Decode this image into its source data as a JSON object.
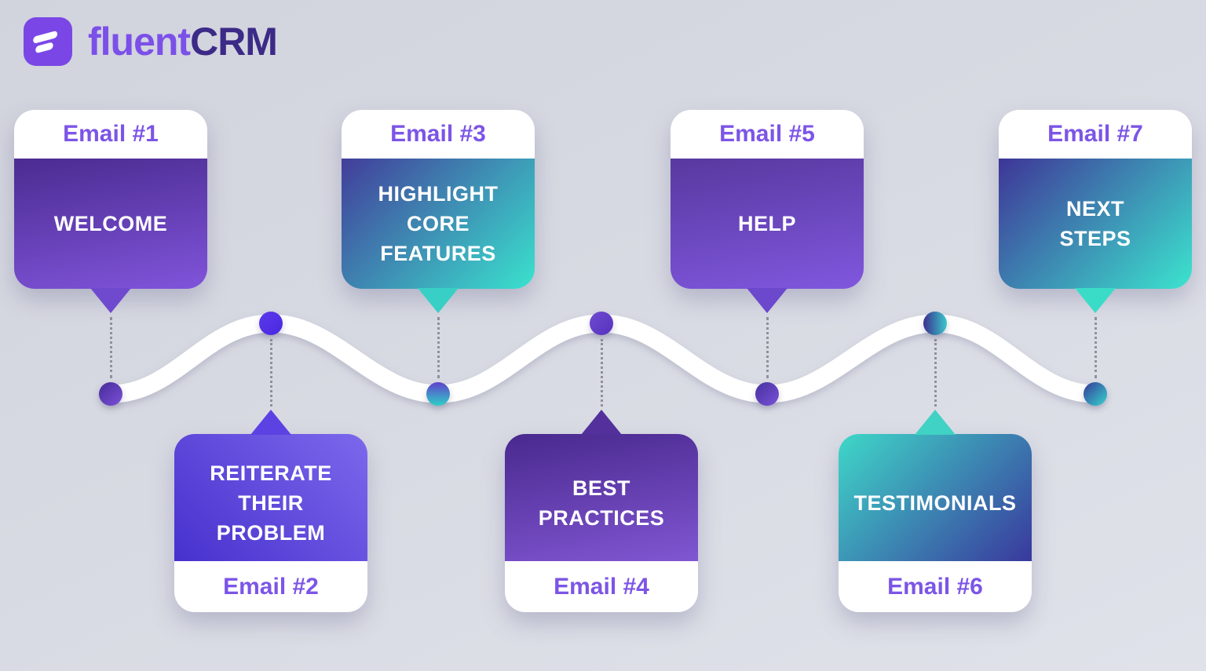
{
  "logo": {
    "prefix": "fluent",
    "suffix": "CRM",
    "prefix_color": "#7b50e8",
    "suffix_color": "#3c2a87",
    "mark_bg": "#7a47e6",
    "mark_glyph_color": "#ffffff"
  },
  "theme": {
    "bg_from": "#d1d3dd",
    "bg_mid": "#d7d9e2",
    "bg_to": "#e0e2ea",
    "card_white": "#ffffff",
    "label_color": "#7c55e6",
    "title_color": "#ffffff",
    "timeline_line_color": "#ffffff",
    "connector_color": "#90909a"
  },
  "emails": [
    {
      "label": "Email #1",
      "title": "WELCOME",
      "position": "top",
      "gradient": {
        "angle": "170deg",
        "from": "#4b2c91",
        "to": "#8054da"
      },
      "tail_color": "#6f4ace",
      "dot": {
        "angle": "135deg",
        "from": "#472c98",
        "to": "#7b50d8"
      }
    },
    {
      "label": "Email #2",
      "title": "REITERATE\nTHEIR\nPROBLEM",
      "position": "bottom",
      "gradient": {
        "angle": "225deg",
        "from": "#7c68ec",
        "to": "#4731ce"
      },
      "tail_color": "#5c42e2",
      "dot": {
        "angle": "135deg",
        "from": "#5a38ea",
        "to": "#4b28e0"
      }
    },
    {
      "label": "Email #3",
      "title": "HIGHLIGHT\nCORE\nFEATURES",
      "position": "top",
      "gradient": {
        "angle": "135deg",
        "from": "#423d9a",
        "to": "#3ae2ce"
      },
      "tail_color": "#38cfc6",
      "dot": {
        "angle": "180deg",
        "from": "#6040cc",
        "to": "#2ed0c6"
      }
    },
    {
      "label": "Email #4",
      "title": "BEST\nPRACTICES",
      "position": "bottom",
      "gradient": {
        "angle": "170deg",
        "from": "#49298e",
        "to": "#8156d2"
      },
      "tail_color": "#53309c",
      "dot": {
        "angle": "135deg",
        "from": "#6f4ad0",
        "to": "#5632be"
      }
    },
    {
      "label": "Email #5",
      "title": "HELP",
      "position": "top",
      "gradient": {
        "angle": "170deg",
        "from": "#58399f",
        "to": "#8057de"
      },
      "tail_color": "#6b48cc",
      "dot": {
        "angle": "135deg",
        "from": "#45309e",
        "to": "#7a52d8"
      }
    },
    {
      "label": "Email #6",
      "title": "TESTIMONIALS",
      "position": "bottom",
      "gradient": {
        "angle": "135deg",
        "from": "#3fd8c8",
        "to": "#39389d"
      },
      "tail_color": "#40d2c4",
      "dot": {
        "angle": "90deg",
        "from": "#3b2f8e",
        "to": "#3bc8cc"
      }
    },
    {
      "label": "Email #7",
      "title": "NEXT\nSTEPS",
      "position": "top",
      "gradient": {
        "angle": "135deg",
        "from": "#3e3597",
        "to": "#3ce4cf"
      },
      "tail_color": "#3adcc8",
      "dot": {
        "angle": "135deg",
        "from": "#37389a",
        "to": "#35d4cc"
      }
    }
  ]
}
